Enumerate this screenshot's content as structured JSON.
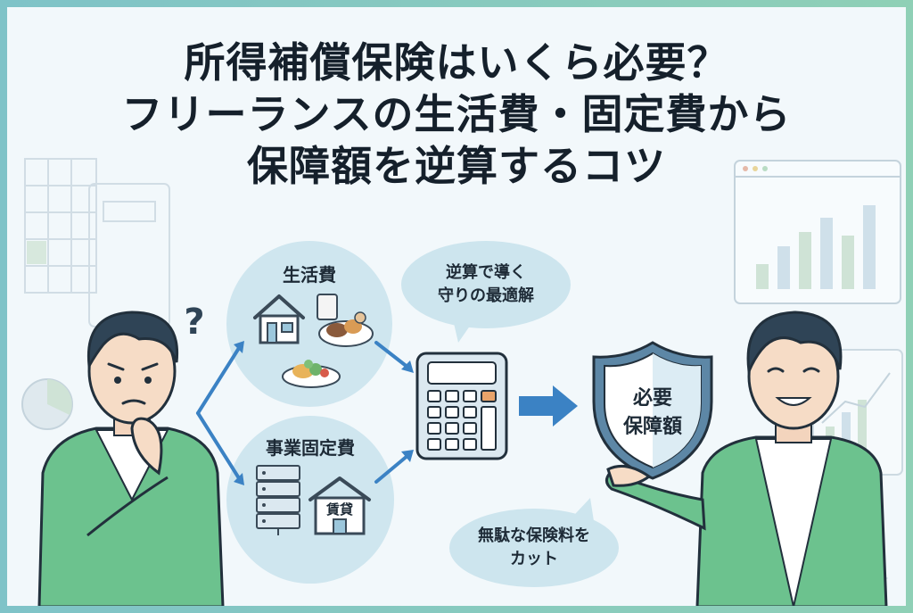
{
  "title": {
    "line1": "所得補償保険はいくら必要？",
    "line2": "フリーランスの生活費・固定費から",
    "line3": "保障額を逆算するコツ"
  },
  "labels": {
    "living_costs": "生活費",
    "business_fixed_costs": "事業固定費",
    "rent_sign": "賃貸"
  },
  "speech_top": {
    "line1": "逆算で導く",
    "line2": "守りの最適解"
  },
  "speech_bottom": {
    "line1": "無駄な保険料を",
    "line2": "カット"
  },
  "shield": {
    "line1": "必要",
    "line2": "保障額"
  },
  "question_mark": "?",
  "icons": [
    "house-icon",
    "food-plate-icon",
    "server-icon",
    "rental-building-icon",
    "calculator-icon",
    "shield-icon",
    "arrow-icon",
    "bar-chart-icon",
    "pie-chart-icon",
    "sparkle-icon"
  ],
  "colors": {
    "accent_green": "#6cc28e",
    "accent_blue": "#3b82c4",
    "bubble_blue": "#cfe6ef",
    "title_text": "#15202b"
  }
}
